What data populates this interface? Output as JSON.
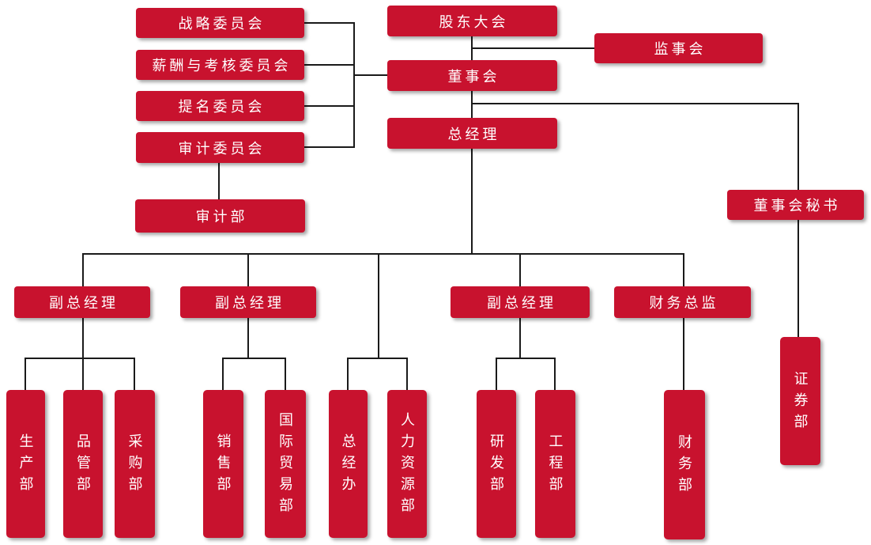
{
  "colors": {
    "node_fill": "#C8122E",
    "node_text": "#FFFFFF",
    "connector": "#1A1A1A",
    "background": "#FFFFFF"
  },
  "diagram_type": "organization-chart",
  "nodes": {
    "shareholders_meeting": {
      "label": "股东大会"
    },
    "supervisory_board": {
      "label": "监事会"
    },
    "board_of_directors": {
      "label": "董事会"
    },
    "strategy_committee": {
      "label": "战略委员会"
    },
    "compensation_committee": {
      "label": "薪酬与考核委员会"
    },
    "nomination_committee": {
      "label": "提名委员会"
    },
    "audit_committee": {
      "label": "审计委员会"
    },
    "audit_department": {
      "label": "审计部"
    },
    "general_manager": {
      "label": "总经理"
    },
    "board_secretary": {
      "label": "董事会秘书"
    },
    "deputy_gm_1": {
      "label": "副总经理"
    },
    "deputy_gm_2": {
      "label": "副总经理"
    },
    "deputy_gm_3": {
      "label": "副总经理"
    },
    "finance_director": {
      "label": "财务总监"
    },
    "production_dept": {
      "label": "生产部"
    },
    "quality_dept": {
      "label": "品管部"
    },
    "purchasing_dept": {
      "label": "采购部"
    },
    "sales_dept": {
      "label": "销售部"
    },
    "intl_trade_dept": {
      "label": "国际贸易部"
    },
    "gm_office": {
      "label": "总经办"
    },
    "hr_dept": {
      "label": "人力资源部"
    },
    "rd_dept": {
      "label": "研发部"
    },
    "engineering_dept": {
      "label": "工程部"
    },
    "finance_dept": {
      "label": "财务部"
    },
    "securities_dept": {
      "label": "证券部"
    }
  },
  "edges": [
    {
      "from": "shareholders_meeting",
      "to": "board_of_directors"
    },
    {
      "from": "shareholders_meeting",
      "to": "supervisory_board"
    },
    {
      "from": "strategy_committee",
      "to": "board_of_directors"
    },
    {
      "from": "compensation_committee",
      "to": "board_of_directors"
    },
    {
      "from": "nomination_committee",
      "to": "board_of_directors"
    },
    {
      "from": "audit_committee",
      "to": "board_of_directors"
    },
    {
      "from": "audit_committee",
      "to": "audit_department"
    },
    {
      "from": "board_of_directors",
      "to": "general_manager"
    },
    {
      "from": "board_of_directors",
      "to": "board_secretary"
    },
    {
      "from": "board_secretary",
      "to": "securities_dept"
    },
    {
      "from": "general_manager",
      "to": "deputy_gm_1"
    },
    {
      "from": "general_manager",
      "to": "deputy_gm_2"
    },
    {
      "from": "general_manager",
      "to": "gm_office"
    },
    {
      "from": "general_manager",
      "to": "hr_dept"
    },
    {
      "from": "general_manager",
      "to": "deputy_gm_3"
    },
    {
      "from": "general_manager",
      "to": "finance_director"
    },
    {
      "from": "deputy_gm_1",
      "to": "production_dept"
    },
    {
      "from": "deputy_gm_1",
      "to": "quality_dept"
    },
    {
      "from": "deputy_gm_1",
      "to": "purchasing_dept"
    },
    {
      "from": "deputy_gm_2",
      "to": "sales_dept"
    },
    {
      "from": "deputy_gm_2",
      "to": "intl_trade_dept"
    },
    {
      "from": "deputy_gm_3",
      "to": "rd_dept"
    },
    {
      "from": "deputy_gm_3",
      "to": "engineering_dept"
    },
    {
      "from": "finance_director",
      "to": "finance_dept"
    }
  ]
}
